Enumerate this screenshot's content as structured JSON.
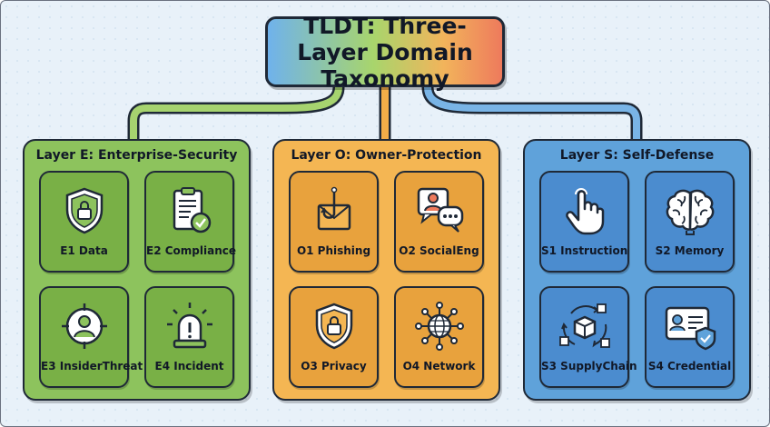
{
  "title": "TLDT: Three-Layer Domain Taxonomy",
  "layers": [
    {
      "title": "Layer E: Enterprise-Security",
      "color": "#8dc35d",
      "cards": [
        {
          "label": "E1 Data",
          "icon": "shield-lock-icon"
        },
        {
          "label": "E2 Compliance",
          "icon": "clipboard-check-icon"
        },
        {
          "label": "E3 InsiderThreat",
          "icon": "target-person-icon"
        },
        {
          "label": "E4 Incident",
          "icon": "alarm-siren-icon"
        }
      ]
    },
    {
      "title": "Layer O: Owner-Protection",
      "color": "#f4b653",
      "cards": [
        {
          "label": "O1 Phishing",
          "icon": "fishing-hook-icon"
        },
        {
          "label": "O2 SocialEng",
          "icon": "chat-person-icon"
        },
        {
          "label": "O3 Privacy",
          "icon": "shield-lock-icon"
        },
        {
          "label": "O4 Network",
          "icon": "globe-network-icon"
        }
      ]
    },
    {
      "title": "Layer S: Self-Defense",
      "color": "#5fa2da",
      "cards": [
        {
          "label": "S1 Instruction",
          "icon": "pointing-hand-icon"
        },
        {
          "label": "S2 Memory",
          "icon": "brain-icon"
        },
        {
          "label": "S3 SupplyChain",
          "icon": "supply-chain-cycle-icon"
        },
        {
          "label": "S4 Credential",
          "icon": "id-card-shield-icon"
        }
      ]
    }
  ]
}
